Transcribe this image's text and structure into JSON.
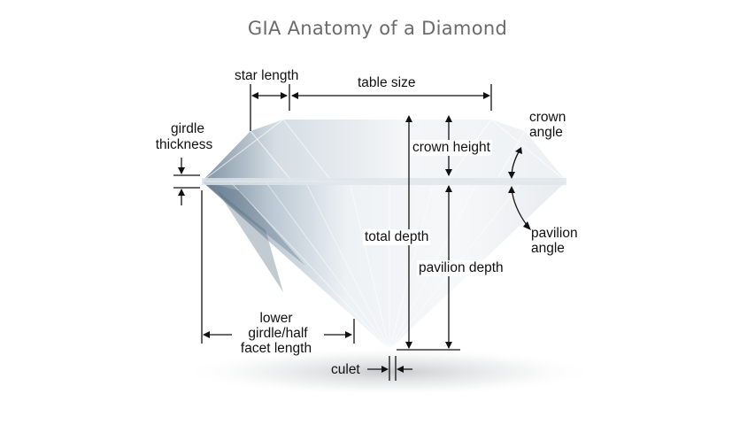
{
  "diagram": {
    "title": "GIA Anatomy of a Diamond",
    "labels": {
      "star_length": "star length",
      "table_size": "table size",
      "crown_angle_1": "crown",
      "crown_angle_2": "angle",
      "girdle_thickness_1": "girdle",
      "girdle_thickness_2": "thickness",
      "crown_height": "crown height",
      "total_depth": "total depth",
      "pavilion_angle_1": "pavilion",
      "pavilion_angle_2": "angle",
      "pavilion_depth": "pavilion depth",
      "lower_girdle_1": "lower",
      "lower_girdle_2": "girdle/half",
      "lower_girdle_3": "facet length",
      "culet": "culet"
    },
    "colors": {
      "text": "#111111",
      "title": "#6b6b6b",
      "diamond_light": "#f4f6f8",
      "diamond_mid": "#c9d3db",
      "diamond_dark": "#5d7285"
    }
  }
}
